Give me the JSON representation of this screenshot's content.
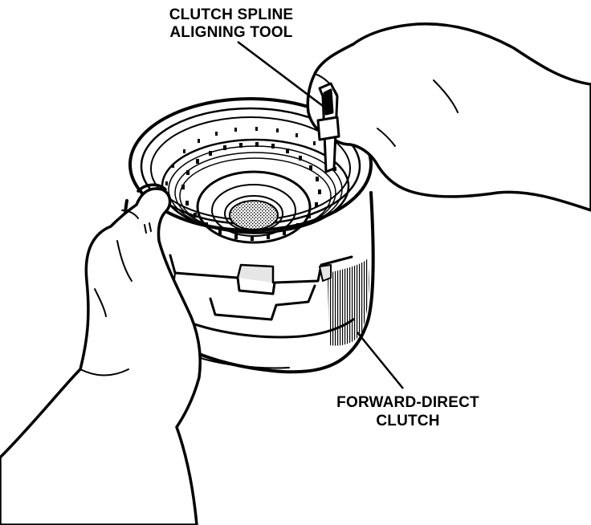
{
  "labels": {
    "tool_line1": "CLUTCH SPLINE",
    "tool_line2": "ALIGNING TOOL",
    "clutch_line1": "FORWARD-DIRECT",
    "clutch_line2": "CLUTCH"
  },
  "colors": {
    "ink": "#000000",
    "paper": "#ffffff",
    "shade": "#bdbdbd"
  }
}
